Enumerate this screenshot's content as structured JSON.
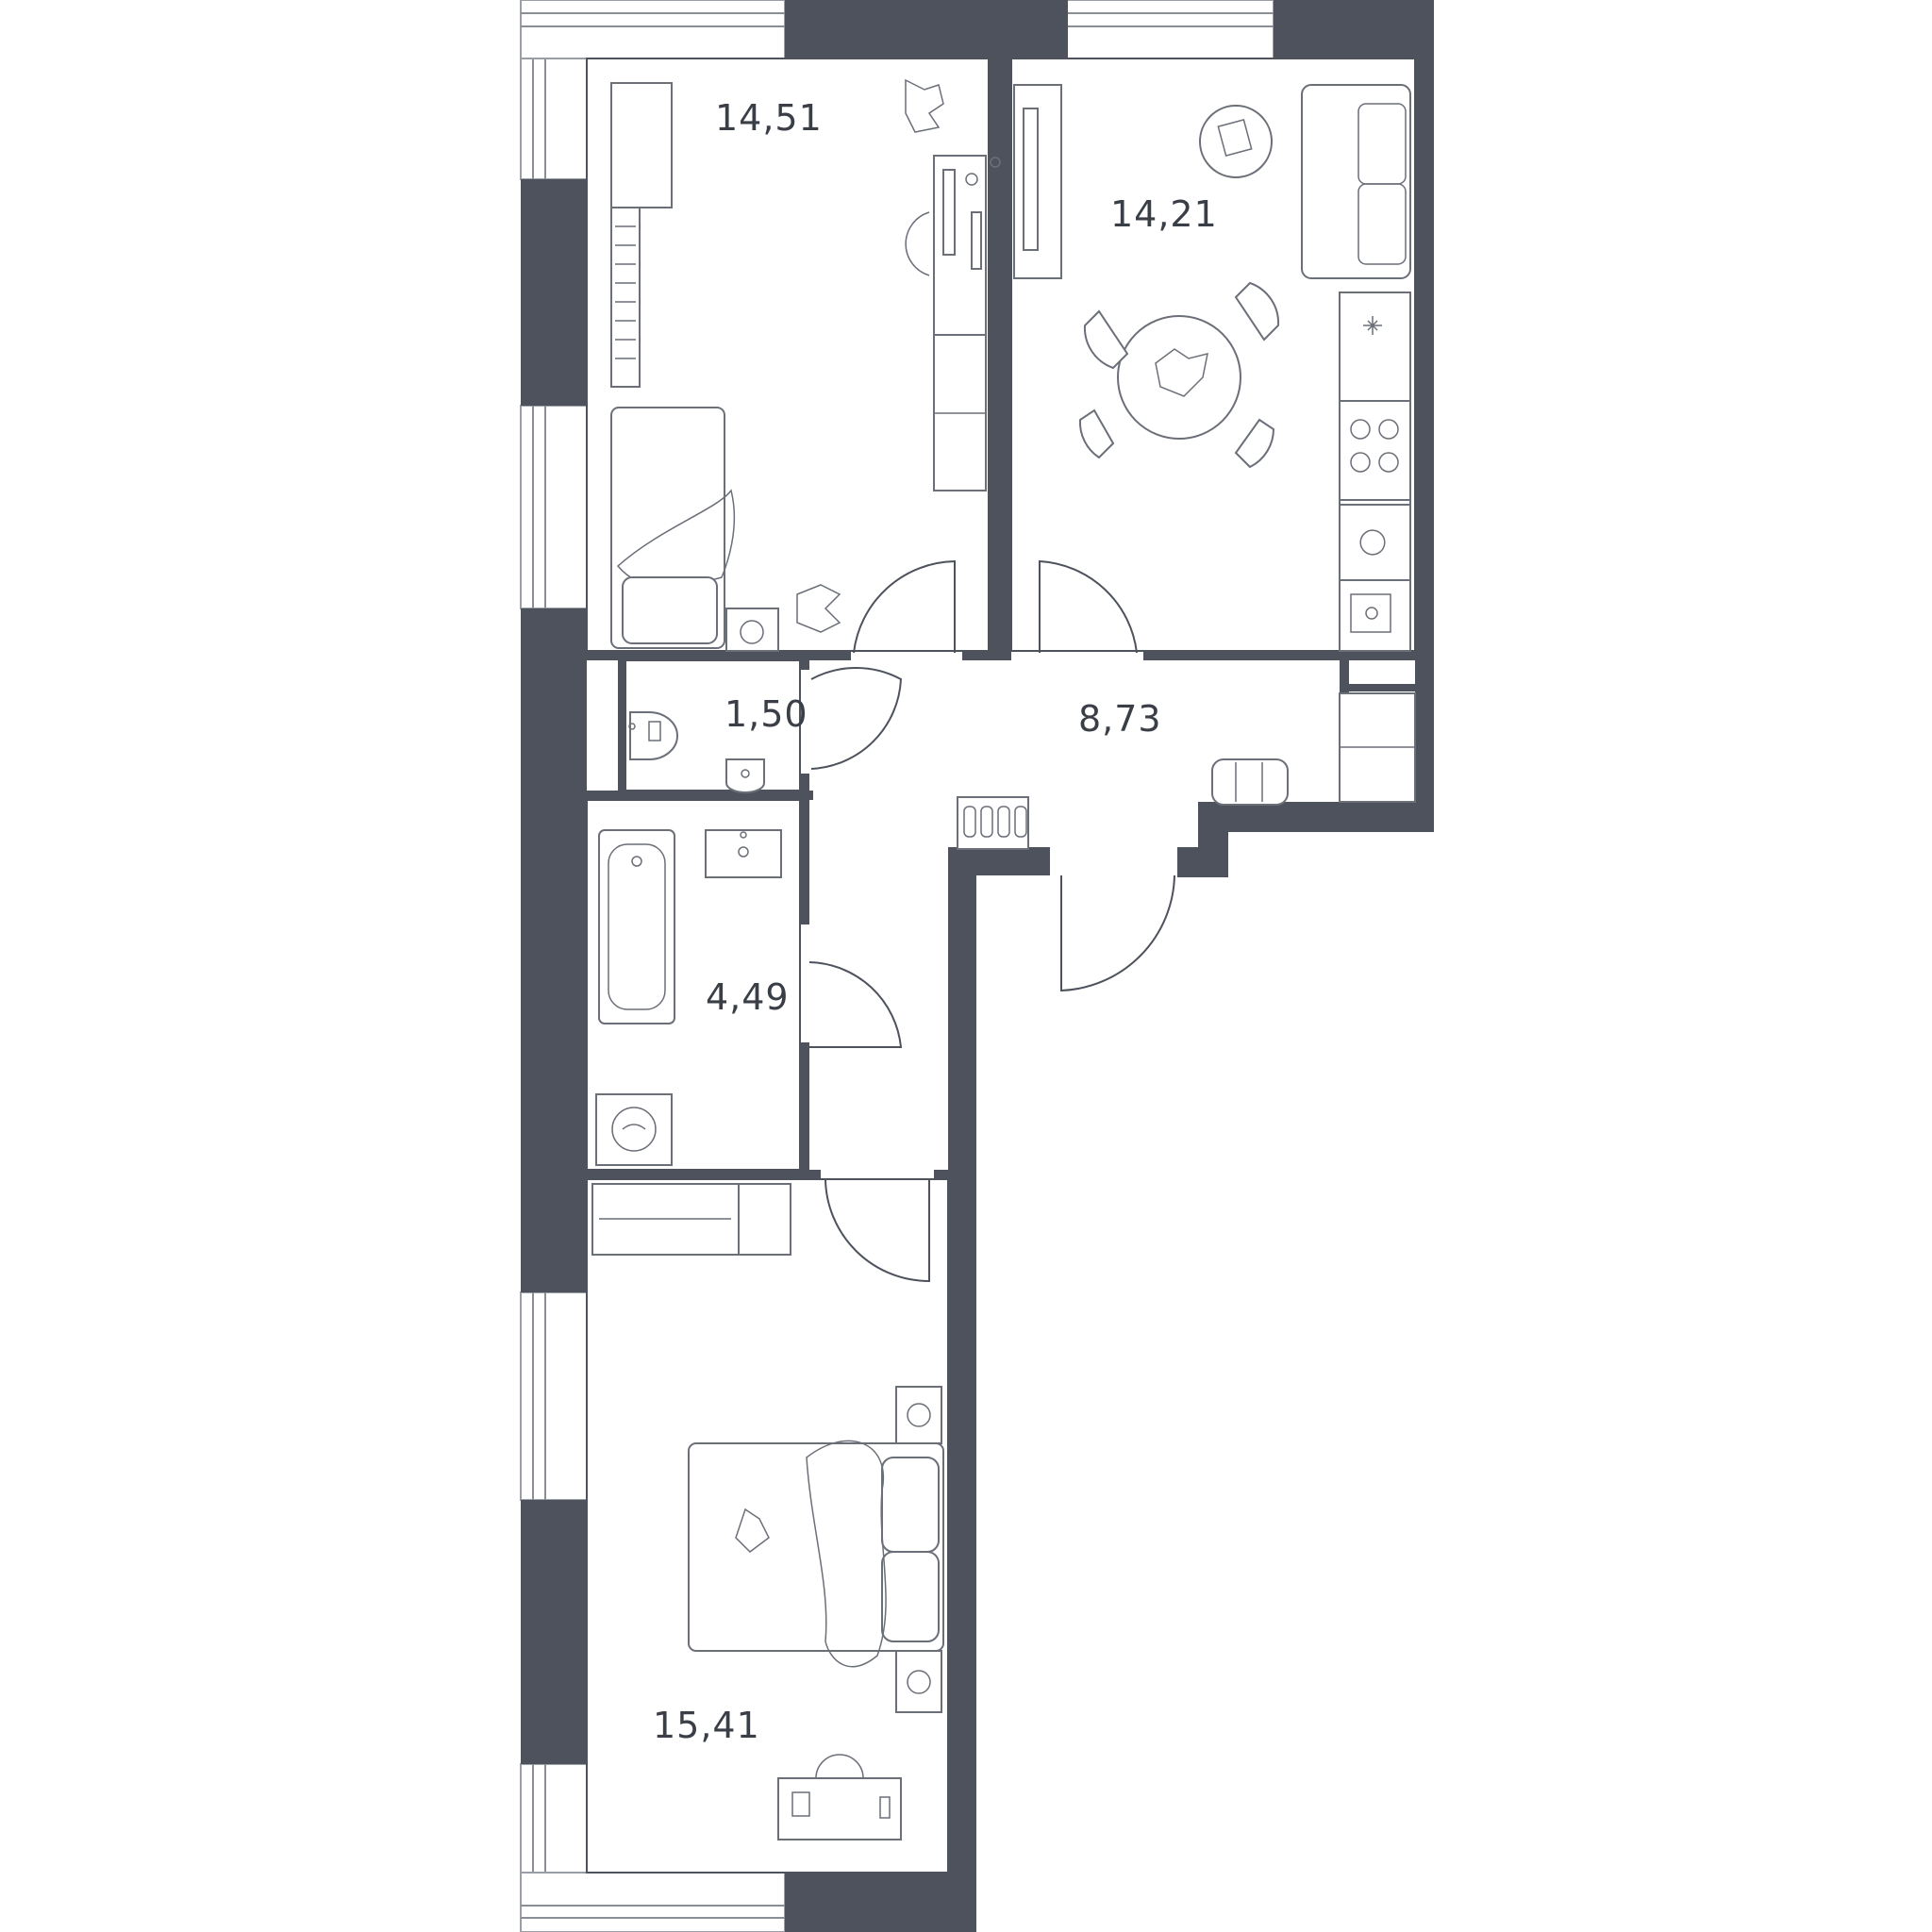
{
  "colors": {
    "wall": "#4d525c",
    "line": "#6b6f78",
    "background": "#ffffff"
  },
  "rooms": [
    {
      "id": "bedroom-top",
      "area": "14,51"
    },
    {
      "id": "kitchen-living",
      "area": "14,21"
    },
    {
      "id": "toilet",
      "area": "1,50"
    },
    {
      "id": "hallway",
      "area": "8,73"
    },
    {
      "id": "bathroom",
      "area": "4,49"
    },
    {
      "id": "bedroom-bottom",
      "area": "15,41"
    }
  ]
}
